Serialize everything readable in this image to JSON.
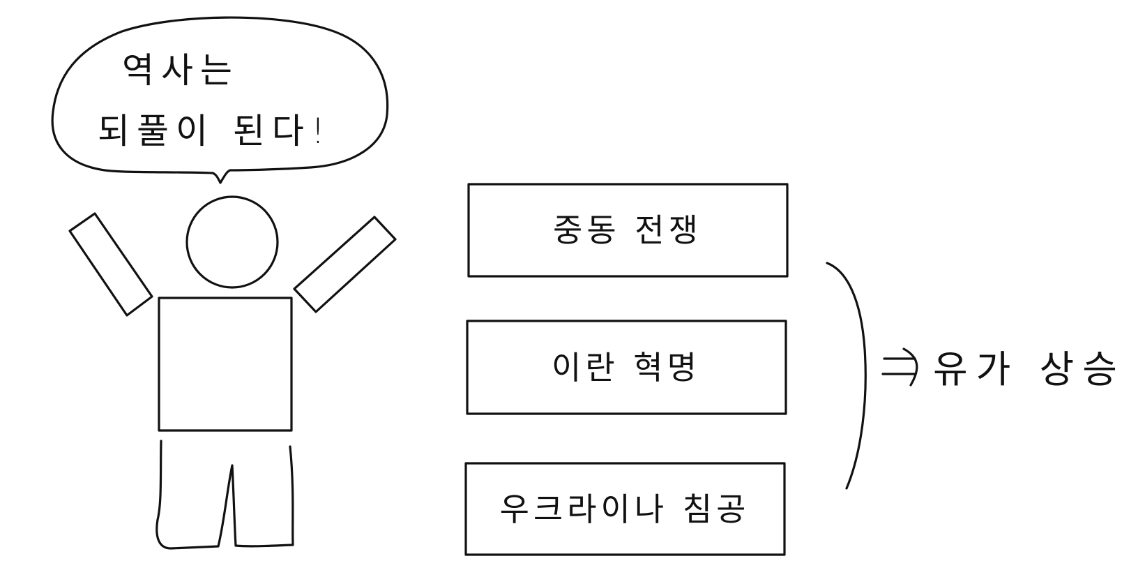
{
  "speech_bubble": {
    "line1": "역사는",
    "line2": "되풀이 된다!"
  },
  "events": [
    {
      "label": "중동 전쟁"
    },
    {
      "label": "이란 혁명"
    },
    {
      "label": "우크라이나 침공"
    }
  ],
  "result": {
    "label": "유가 상승"
  },
  "colors": {
    "ink": "#111111",
    "background": "#ffffff"
  }
}
